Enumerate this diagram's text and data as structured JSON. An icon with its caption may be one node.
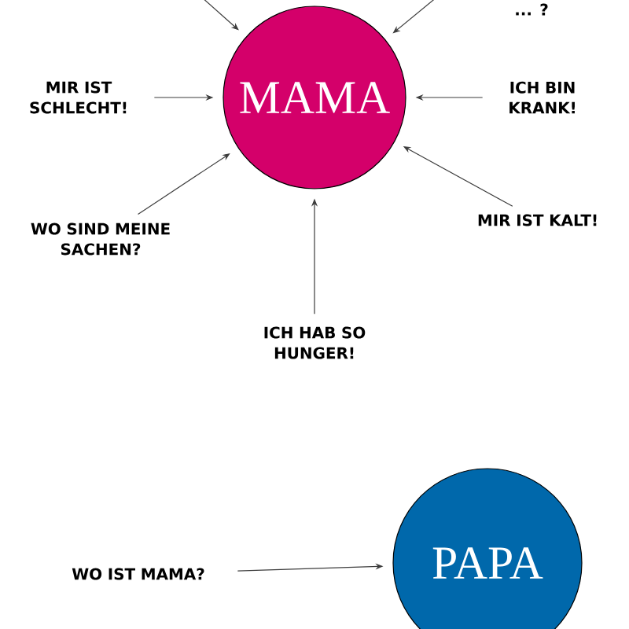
{
  "diagram": {
    "nodes": [
      {
        "text": [
          "MAMA"
        ]
      },
      {
        "text": [
          "MIR IST SCHLECHT!"
        ]
      },
      {
        "text": [
          "ICH BIN KRANK!"
        ]
      },
      {
        "text": [
          "WO SIND MEINE SACHEN?"
        ]
      },
      {
        "text": [
          "MIR IST KALT!"
        ]
      },
      {
        "text": [
          "ICH HAB SO HUNGER!"
        ]
      },
      {
        "text": [
          "WO IST MAMA?"
        ]
      },
      {
        "text": [
          "PAPA"
        ]
      }
    ],
    "edges": [
      {
        "from": null,
        "to": 0,
        "arrow": "to"
      },
      {
        "from": null,
        "to": 0,
        "arrow": "to"
      },
      {
        "from": 1,
        "to": 0,
        "arrow": "to"
      },
      {
        "from": 2,
        "to": 0,
        "arrow": "to"
      },
      {
        "from": 3,
        "to": 0,
        "arrow": "to"
      },
      {
        "from": 4,
        "to": 0,
        "arrow": "to"
      },
      {
        "from": 5,
        "to": 0,
        "arrow": "to"
      },
      {
        "from": 6,
        "to": 7,
        "arrow": "to"
      }
    ],
    "labels": [
      "... ?"
    ]
  }
}
